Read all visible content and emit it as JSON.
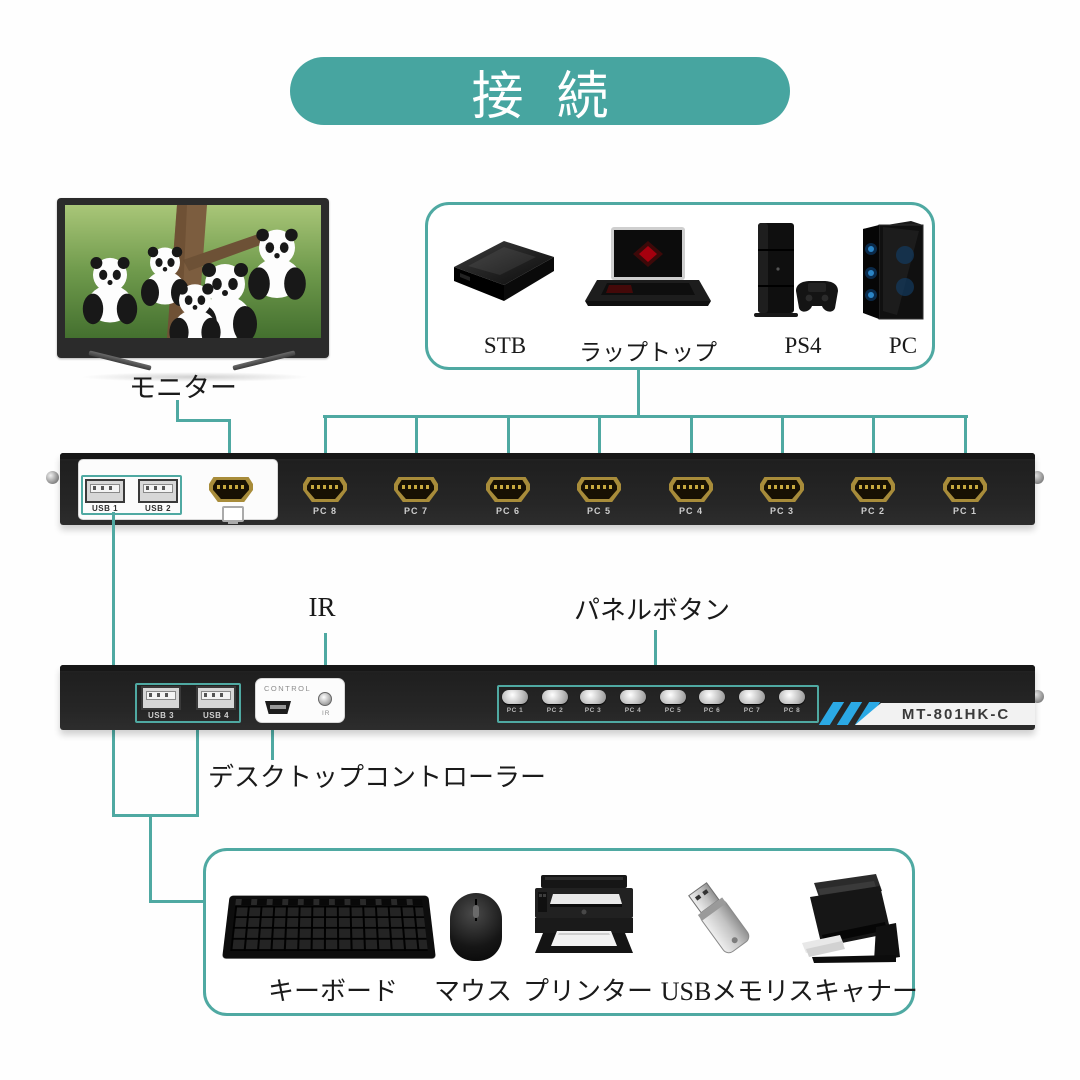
{
  "accent_color": "#4FA9A2",
  "header": {
    "title": "接 続"
  },
  "monitor": {
    "label": "モニター"
  },
  "sources_box": {
    "items": [
      {
        "label": "STB"
      },
      {
        "label": "ラップトップ"
      },
      {
        "label": "PS4"
      },
      {
        "label": "PC"
      }
    ]
  },
  "panel_top": {
    "usb_ports": [
      "USB 1",
      "USB 2"
    ],
    "hdmi_ports": [
      "PC 8",
      "PC 7",
      "PC 6",
      "PC 5",
      "PC 4",
      "PC 3",
      "PC 2",
      "PC 1"
    ]
  },
  "callouts": {
    "ir": "IR",
    "panel_buttons": "パネルボタン",
    "desktop_controller": "デスクトップコントローラー"
  },
  "panel_bottom": {
    "usb_ports": [
      "USB 3",
      "USB 4"
    ],
    "control_label": "CONTROL",
    "ir_label": "IR",
    "buttons": [
      "PC 1",
      "PC 2",
      "PC 3",
      "PC 4",
      "PC 5",
      "PC 6",
      "PC 7",
      "PC 8"
    ],
    "model": "MT-801HK-C"
  },
  "peripherals_box": {
    "items": [
      {
        "label": "キーボード"
      },
      {
        "label": "マウス"
      },
      {
        "label": "プリンター"
      },
      {
        "label": "USBメモリ"
      },
      {
        "label": "スキャナー"
      }
    ]
  },
  "icons": {
    "display_out": "monitor-icon",
    "ir_receiver": "ir-receiver-icon"
  }
}
